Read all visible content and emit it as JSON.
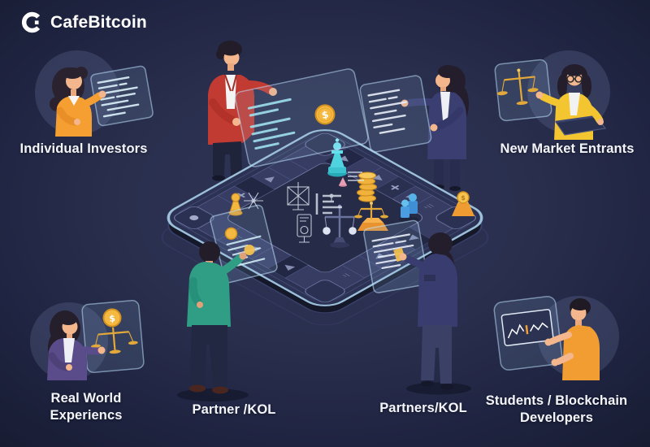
{
  "logo": {
    "text": "CafeBitcoin",
    "icon": "gear-c-icon"
  },
  "labels": {
    "individual_investors": "Individual Investors",
    "new_market_entrants": "New Market Entrants",
    "real_world_experiencs": "Real World Experiencs",
    "partner_kol": "Partner /KOL",
    "partners_kol": "Partners/KOL",
    "students_blockchain_line1": "Students / Blockchain",
    "students_blockchain_line2": "Developers"
  },
  "coins": {
    "symbol": "$"
  },
  "board": {
    "type": "isometric-game-board",
    "pieces": [
      "cyan-chess-piece",
      "gold-coin-stack",
      "gold-pawn",
      "dark-balance-scale",
      "gold-balance-scale",
      "blue-player-tokens",
      "gold-trophy-coin",
      "wireframe-sketches",
      "orange-platform"
    ]
  },
  "palette": {
    "background_center": "#2f3558",
    "background_edge": "#171b30",
    "board_surface": "#2c3254",
    "board_rim": "#a9c7e0",
    "accent_orange": "#f2a23c",
    "accent_gold": "#f5b840",
    "accent_cyan": "#45ccd8",
    "accent_teal": "#2f9e85",
    "accent_red": "#c23b32",
    "accent_yellow": "#f3c531",
    "accent_purple": "#5a4b8a",
    "accent_navy": "#3a3e70",
    "panel_line": "#d9eef8",
    "label_text": "#f2f4fa"
  }
}
